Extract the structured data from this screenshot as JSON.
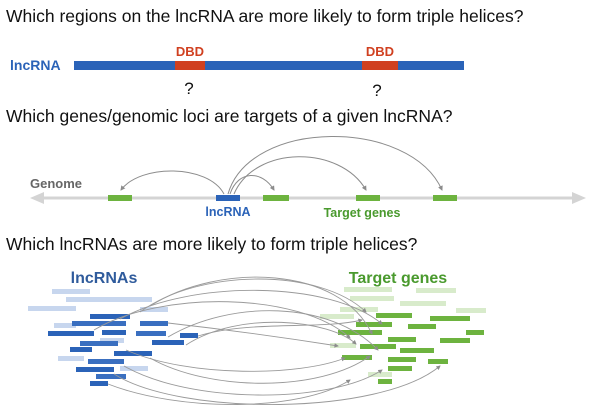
{
  "questions": {
    "q1": "Which regions on the lncRNA are more likely to form triple helices?",
    "q2": "Which genes/genomic loci are targets of a given lncRNA?",
    "q3": "Which lncRNAs are more likely to form triple helices?"
  },
  "panel1": {
    "lncrna_label": "lncRNA",
    "dbd_label_1": "DBD",
    "dbd_label_2": "DBD",
    "question_mark_1": "?",
    "question_mark_2": "?"
  },
  "panel2": {
    "genome_label": "Genome",
    "lncrna_label": "lncRNA",
    "targets_label": "Target genes"
  },
  "panel3": {
    "lncrnas_label": "lncRNAs",
    "targets_label": "Target genes"
  },
  "colors": {
    "lncrna_blue": "#2b63b8",
    "dbd_red": "#d04020",
    "gene_green": "#6db33f",
    "label_blue": "#2f5b9c",
    "label_green": "#4a9a2e",
    "genome_gray": "#d4d4d4",
    "arc_gray": "#8c8c8c"
  }
}
